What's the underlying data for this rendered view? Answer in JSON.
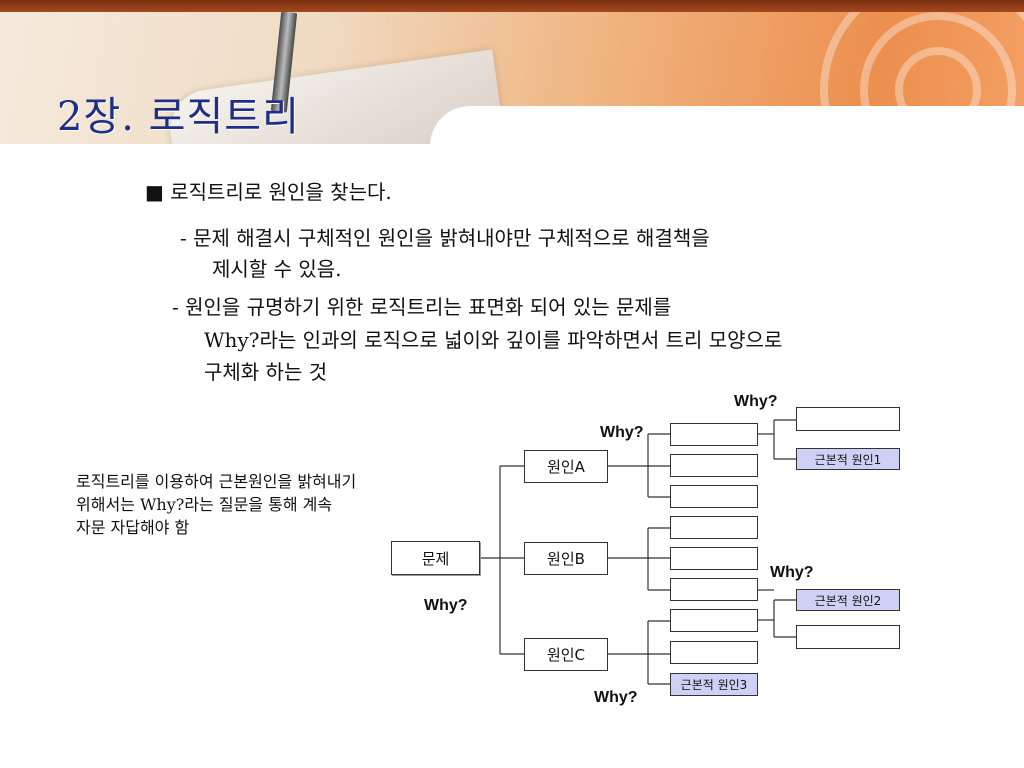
{
  "slide": {
    "title": "2장. 로직트리",
    "heading": "■ 로직트리로 원인을 찾는다.",
    "point1_line1": "- 문제 해결시 구체적인 원인을 밝혀내야만 구체적으로 해결책을",
    "point1_line2": "제시할 수 있음.",
    "point2_line1": "- 원인을 규명하기 위한 로직트리는 표면화 되어 있는 문제를",
    "point2_line2": "Why?라는 인과의 로직으로 넓이와 깊이를 파악하면서 트리 모양으로",
    "point2_line3": "구체화 하는 것",
    "note_line1": "로직트리를 이용하여 근본원인을 밝혀내기",
    "note_line2": "위해서는  Why?라는 질문을 통해 계속",
    "note_line3": "자문 자답해야 함"
  },
  "tree": {
    "root": "문제",
    "cause_a": "원인A",
    "cause_b": "원인B",
    "cause_c": "원인C",
    "root_cause_1": "근본적 원인1",
    "root_cause_2": "근본적 원인2",
    "root_cause_3": "근본적 원인3",
    "why": "Why?",
    "result_color": "#cfd0f5"
  }
}
